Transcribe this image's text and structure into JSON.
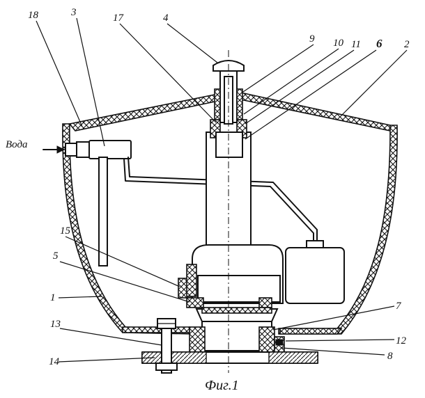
{
  "figure": {
    "caption": "Фиг.1",
    "inlet_label": "Вода"
  },
  "callouts": {
    "n1": "1",
    "n2": "2",
    "n3": "3",
    "n4": "4",
    "n5": "5",
    "n6": "6",
    "n7": "7",
    "n8": "8",
    "n9": "9",
    "n10": "10",
    "n11": "11",
    "n12": "12",
    "n13": "13",
    "n14": "14",
    "n15": "15",
    "n17": "17",
    "n18": "18"
  },
  "colors": {
    "ink": "#111111",
    "paper": "#ffffff"
  }
}
